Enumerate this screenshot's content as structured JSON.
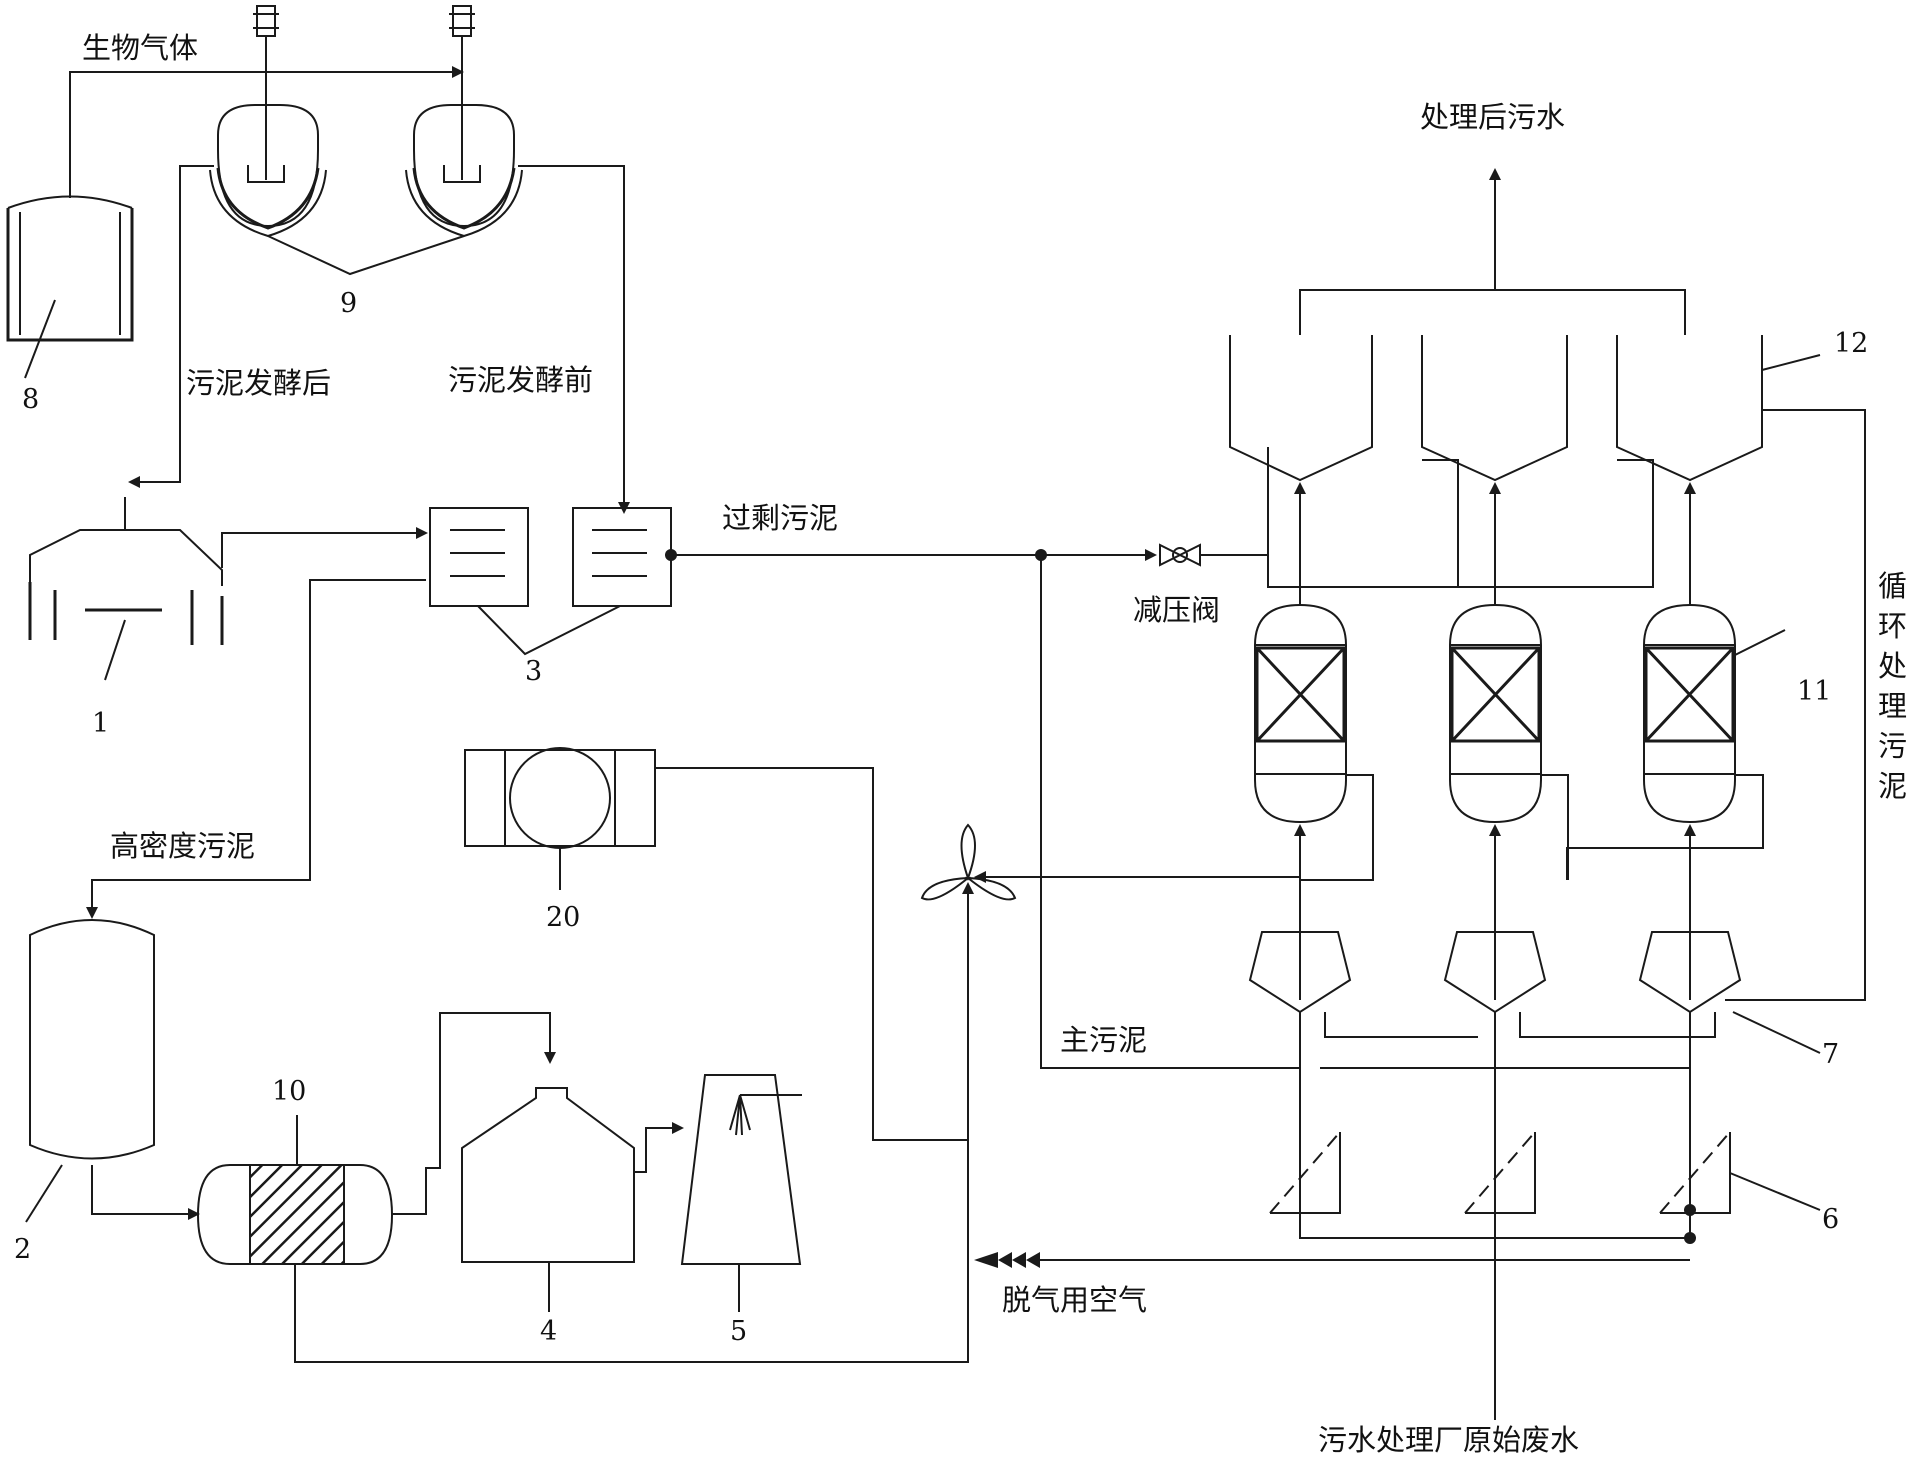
{
  "labels": {
    "biogas": "生物气体",
    "after_fermentation": "污泥发酵后",
    "before_fermentation": "污泥发酵前",
    "excess_sludge": "过剩污泥",
    "treated_water": "处理后污水",
    "pressure_valve": "减压阀",
    "high_density_sludge": "高密度污泥",
    "main_sludge": "主污泥",
    "degas_air": "脱气用空气",
    "raw_wastewater": "污水处理厂原始废水",
    "recycle_sludge": [
      "循",
      "环",
      "处",
      "理",
      "污",
      "泥"
    ]
  },
  "component_numbers": {
    "n1": "1",
    "n2": "2",
    "n3": "3",
    "n4": "4",
    "n5": "5",
    "n6": "6",
    "n7": "7",
    "n8": "8",
    "n9": "9",
    "n10": "10",
    "n11": "11",
    "n12": "12",
    "n20": "20"
  },
  "colors": {
    "line": "#1a1a1a",
    "background": "#ffffff"
  }
}
